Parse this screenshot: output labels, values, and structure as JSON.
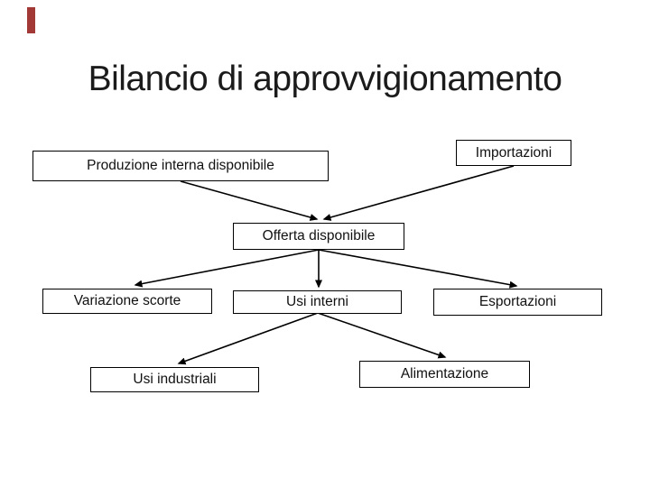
{
  "slide": {
    "title": "Bilancio di approvvigionamento",
    "background_color": "#FFFFFF",
    "accent_color": "#A23937",
    "box_border_color": "#000000",
    "text_color": "#111111",
    "arrow_color": "#000000"
  },
  "diagram": {
    "type": "flowchart",
    "nodes": [
      {
        "id": "produzione",
        "label": "Produzione interna disponibile"
      },
      {
        "id": "importazioni",
        "label": "Importazioni"
      },
      {
        "id": "offerta",
        "label": "Offerta disponibile"
      },
      {
        "id": "variazione",
        "label": "Variazione scorte"
      },
      {
        "id": "usi_interni",
        "label": "Usi interni"
      },
      {
        "id": "esportazioni",
        "label": "Esportazioni"
      },
      {
        "id": "usi_industriali",
        "label": "Usi industriali"
      },
      {
        "id": "alimentazione",
        "label": "Alimentazione"
      }
    ],
    "edges": [
      {
        "from": "produzione",
        "to": "offerta"
      },
      {
        "from": "importazioni",
        "to": "offerta"
      },
      {
        "from": "offerta",
        "to": "variazione"
      },
      {
        "from": "offerta",
        "to": "usi_interni"
      },
      {
        "from": "offerta",
        "to": "esportazioni"
      },
      {
        "from": "usi_interni",
        "to": "usi_industriali"
      },
      {
        "from": "usi_interni",
        "to": "alimentazione"
      }
    ]
  }
}
